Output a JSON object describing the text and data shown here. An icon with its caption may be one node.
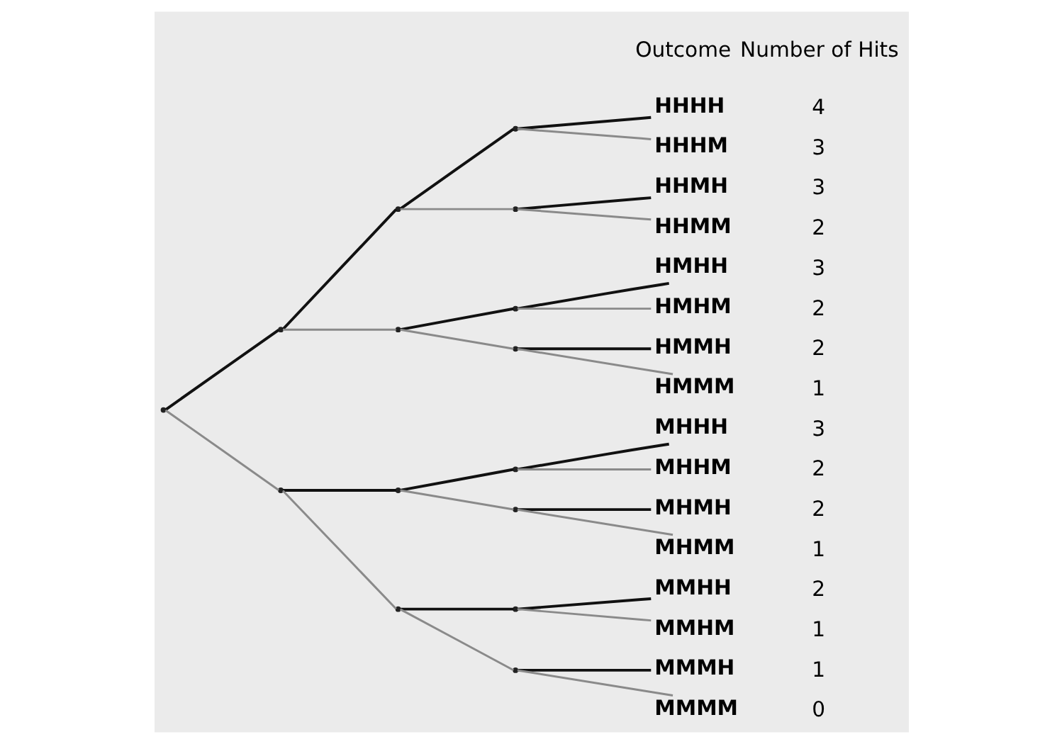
{
  "diagram": {
    "nodes": [
      {
        "text": [],
        "shape": "point"
      },
      {
        "text": [],
        "shape": "point"
      },
      {
        "text": [],
        "shape": "point"
      },
      {
        "text": [],
        "shape": "point"
      },
      {
        "text": [],
        "shape": "point"
      },
      {
        "text": [],
        "shape": "point"
      },
      {
        "text": [],
        "shape": "point"
      },
      {
        "text": [],
        "shape": "point"
      },
      {
        "text": [],
        "shape": "point"
      },
      {
        "text": [],
        "shape": "point"
      },
      {
        "text": [],
        "shape": "point"
      },
      {
        "text": [],
        "shape": "point"
      },
      {
        "text": [],
        "shape": "point"
      },
      {
        "text": [],
        "shape": "point"
      },
      {
        "text": [],
        "shape": "point"
      },
      {
        "text": [
          "HHHH"
        ],
        "beside": [
          "4"
        ]
      },
      {
        "text": [
          "HHHM"
        ],
        "beside": [
          "3"
        ]
      },
      {
        "text": [
          "HHMH"
        ],
        "beside": [
          "3"
        ]
      },
      {
        "text": [
          "HHMM"
        ],
        "beside": [
          "2"
        ]
      },
      {
        "text": [
          "HMHH"
        ],
        "beside": [
          "3"
        ]
      },
      {
        "text": [
          "HMHM"
        ],
        "beside": [
          "2"
        ]
      },
      {
        "text": [
          "HMMH"
        ],
        "beside": [
          "2"
        ]
      },
      {
        "text": [
          "HMMM"
        ],
        "beside": [
          "1"
        ]
      },
      {
        "text": [
          "MHHH"
        ],
        "beside": [
          "3"
        ]
      },
      {
        "text": [
          "MHHM"
        ],
        "beside": [
          "2"
        ]
      },
      {
        "text": [
          "MHMH"
        ],
        "beside": [
          "2"
        ]
      },
      {
        "text": [
          "MHMM"
        ],
        "beside": [
          "1"
        ]
      },
      {
        "text": [
          "MMHH"
        ],
        "beside": [
          "2"
        ]
      },
      {
        "text": [
          "MMHM"
        ],
        "beside": [
          "1"
        ]
      },
      {
        "text": [
          "MMMH"
        ],
        "beside": [
          "1"
        ]
      },
      {
        "text": [
          "MMMM"
        ],
        "beside": [
          "0"
        ]
      }
    ],
    "edges": [
      {
        "from": 0,
        "to": 1,
        "arrow": "none"
      },
      {
        "from": 0,
        "to": 2,
        "arrow": "none",
        "color": "#8a8a8a"
      },
      {
        "from": 1,
        "to": 3,
        "arrow": "none"
      },
      {
        "from": 1,
        "to": 4,
        "arrow": "none",
        "color": "#8a8a8a"
      },
      {
        "from": 2,
        "to": 5,
        "arrow": "none"
      },
      {
        "from": 2,
        "to": 6,
        "arrow": "none",
        "color": "#8a8a8a"
      },
      {
        "from": 3,
        "to": 7,
        "arrow": "none"
      },
      {
        "from": 3,
        "to": 8,
        "arrow": "none",
        "color": "#8a8a8a"
      },
      {
        "from": 4,
        "to": 9,
        "arrow": "none"
      },
      {
        "from": 4,
        "to": 10,
        "arrow": "none",
        "color": "#8a8a8a"
      },
      {
        "from": 5,
        "to": 11,
        "arrow": "none"
      },
      {
        "from": 5,
        "to": 12,
        "arrow": "none",
        "color": "#8a8a8a"
      },
      {
        "from": 6,
        "to": 13,
        "arrow": "none"
      },
      {
        "from": 6,
        "to": 14,
        "arrow": "none",
        "color": "#8a8a8a"
      },
      {
        "from": 7,
        "to": 15,
        "arrow": "none"
      },
      {
        "from": 7,
        "to": 16,
        "arrow": "none",
        "color": "#8a8a8a"
      },
      {
        "from": 8,
        "to": 17,
        "arrow": "none"
      },
      {
        "from": 8,
        "to": 18,
        "arrow": "none",
        "color": "#8a8a8a"
      },
      {
        "from": 9,
        "to": 19,
        "arrow": "none"
      },
      {
        "from": 9,
        "to": 20,
        "arrow": "none",
        "color": "#8a8a8a"
      },
      {
        "from": 10,
        "to": 21,
        "arrow": "none"
      },
      {
        "from": 10,
        "to": 22,
        "arrow": "none",
        "color": "#8a8a8a"
      },
      {
        "from": 11,
        "to": 23,
        "arrow": "none"
      },
      {
        "from": 11,
        "to": 24,
        "arrow": "none",
        "color": "#8a8a8a"
      },
      {
        "from": 12,
        "to": 25,
        "arrow": "none"
      },
      {
        "from": 12,
        "to": 26,
        "arrow": "none",
        "color": "#8a8a8a"
      },
      {
        "from": 13,
        "to": 27,
        "arrow": "none"
      },
      {
        "from": 13,
        "to": 28,
        "arrow": "none",
        "color": "#8a8a8a"
      },
      {
        "from": 14,
        "to": 29,
        "arrow": "none"
      },
      {
        "from": 14,
        "to": 30,
        "arrow": "none",
        "color": "#8a8a8a"
      }
    ],
    "labels": [
      "Outcome",
      "Number of Hits"
    ]
  }
}
